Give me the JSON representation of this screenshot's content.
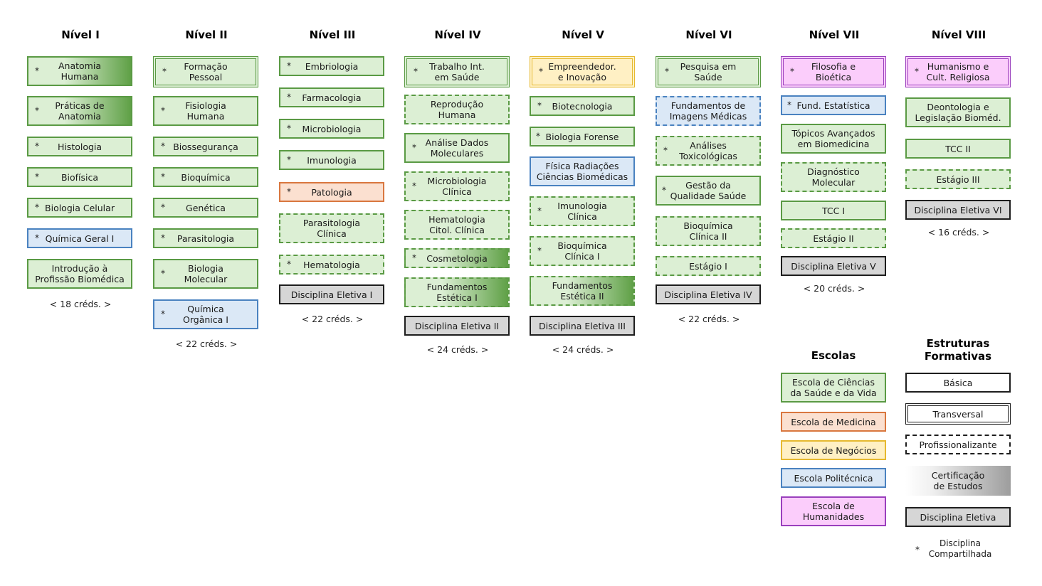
{
  "levels": [
    {
      "title": "Nível I",
      "credits": "< 18 créds. >",
      "items": [
        {
          "label": "Anatomia\nHumana",
          "shared": true
        },
        {
          "label": "Práticas de\nAnatomia",
          "shared": true
        },
        {
          "label": "Histologia",
          "shared": true
        },
        {
          "label": "Biofísica",
          "shared": true
        },
        {
          "label": "Biologia Celular",
          "shared": true
        },
        {
          "label": "Química Geral I",
          "shared": true
        },
        {
          "label": "Introdução à\nProfissão Biomédica",
          "shared": false
        }
      ]
    },
    {
      "title": "Nível II",
      "credits": "< 22 créds. >",
      "items": [
        {
          "label": "Formação\nPessoal",
          "shared": true
        },
        {
          "label": "Fisiologia\nHumana",
          "shared": true
        },
        {
          "label": "Biossegurança",
          "shared": true
        },
        {
          "label": "Bioquímica",
          "shared": true
        },
        {
          "label": "Genética",
          "shared": true
        },
        {
          "label": "Parasitologia",
          "shared": true
        },
        {
          "label": "Biologia\nMolecular",
          "shared": true
        },
        {
          "label": "Química\nOrgânica I",
          "shared": true
        }
      ]
    },
    {
      "title": "Nível III",
      "credits": "< 22 créds. >",
      "items": [
        {
          "label": "Embriologia",
          "shared": true
        },
        {
          "label": "Farmacologia",
          "shared": true
        },
        {
          "label": "Microbiologia",
          "shared": true
        },
        {
          "label": "Imunologia",
          "shared": true
        },
        {
          "label": "Patologia",
          "shared": true
        },
        {
          "label": "Parasitologia\nClínica",
          "shared": false
        },
        {
          "label": "Hematologia",
          "shared": true
        },
        {
          "label": "Disciplina Eletiva I",
          "shared": false
        }
      ]
    },
    {
      "title": "Nível IV",
      "credits": "< 24 créds. >",
      "items": [
        {
          "label": "Trabalho Int.\nem Saúde",
          "shared": true
        },
        {
          "label": "Reprodução\nHumana",
          "shared": false
        },
        {
          "label": "Análise Dados\nMoleculares",
          "shared": true
        },
        {
          "label": "Microbiologia\nClínica",
          "shared": true
        },
        {
          "label": "Hematologia\nCitol. Clínica",
          "shared": false
        },
        {
          "label": "Cosmetologia",
          "shared": true
        },
        {
          "label": "Fundamentos\nEstética I",
          "shared": false
        },
        {
          "label": "Disciplina Eletiva II",
          "shared": false
        }
      ]
    },
    {
      "title": "Nível V",
      "credits": "< 24 créds. >",
      "items": [
        {
          "label": "Empreendedor.\ne Inovação",
          "shared": true
        },
        {
          "label": "Biotecnologia",
          "shared": true
        },
        {
          "label": "Biologia Forense",
          "shared": true
        },
        {
          "label": "Física Radiações\nCiências Biomédicas",
          "shared": false
        },
        {
          "label": "Imunologia\nClínica",
          "shared": true
        },
        {
          "label": "Bioquímica\nClínica I",
          "shared": true
        },
        {
          "label": "Fundamentos\nEstética II",
          "shared": false
        },
        {
          "label": "Disciplina Eletiva III",
          "shared": false
        }
      ]
    },
    {
      "title": "Nível VI",
      "credits": "< 22 créds. >",
      "items": [
        {
          "label": "Pesquisa em\nSaúde",
          "shared": true
        },
        {
          "label": "Fundamentos de\nImagens Médicas",
          "shared": false
        },
        {
          "label": "Análises\nToxicológicas",
          "shared": true
        },
        {
          "label": "Gestão da\nQualidade Saúde",
          "shared": true
        },
        {
          "label": "Bioquímica\nClínica II",
          "shared": false
        },
        {
          "label": "Estágio I",
          "shared": false
        },
        {
          "label": "Disciplina Eletiva IV",
          "shared": false
        }
      ]
    },
    {
      "title": "Nível VII",
      "credits": "< 20 créds. >",
      "items": [
        {
          "label": "Filosofia e\nBioética",
          "shared": true
        },
        {
          "label": "Fund. Estatística",
          "shared": true
        },
        {
          "label": "Tópicos Avançados\nem Biomedicina",
          "shared": false
        },
        {
          "label": "Diagnóstico\nMolecular",
          "shared": false
        },
        {
          "label": "TCC I",
          "shared": false
        },
        {
          "label": "Estágio II",
          "shared": false
        },
        {
          "label": "Disciplina Eletiva V",
          "shared": false
        }
      ]
    },
    {
      "title": "Nível VIII",
      "credits": "< 16 créds. >",
      "items": [
        {
          "label": "Humanismo e\nCult. Religiosa",
          "shared": true
        },
        {
          "label": "Deontologia e\nLegislação Bioméd.",
          "shared": false
        },
        {
          "label": "TCC II",
          "shared": false
        },
        {
          "label": "Estágio III",
          "shared": false
        },
        {
          "label": "Disciplina Eletiva VI",
          "shared": false
        }
      ]
    }
  ],
  "shared_marker": "*",
  "schools_legend": {
    "title": "Escolas",
    "items": [
      "Escola de Ciências\nda Saúde e da Vida",
      "Escola de Medicina",
      "Escola de Negócios",
      "Escola Politécnica",
      "Escola de\nHumanidades"
    ]
  },
  "structures_legend": {
    "title": "Estruturas\nFormativas",
    "items": [
      "Básica",
      "Transversal",
      "Profissionalizante",
      "Certificação\nde Estudos",
      "Disciplina Eletiva"
    ],
    "shared_note": "Disciplina\nCompartilhada"
  },
  "colors": {
    "saude": "#dcefd4",
    "medicina": "#fbe0d0",
    "negocios": "#fff0c4",
    "politecnica": "#dbe8f6",
    "humanidades": "#fbcdfb",
    "eletiva": "#d6d6d6"
  }
}
